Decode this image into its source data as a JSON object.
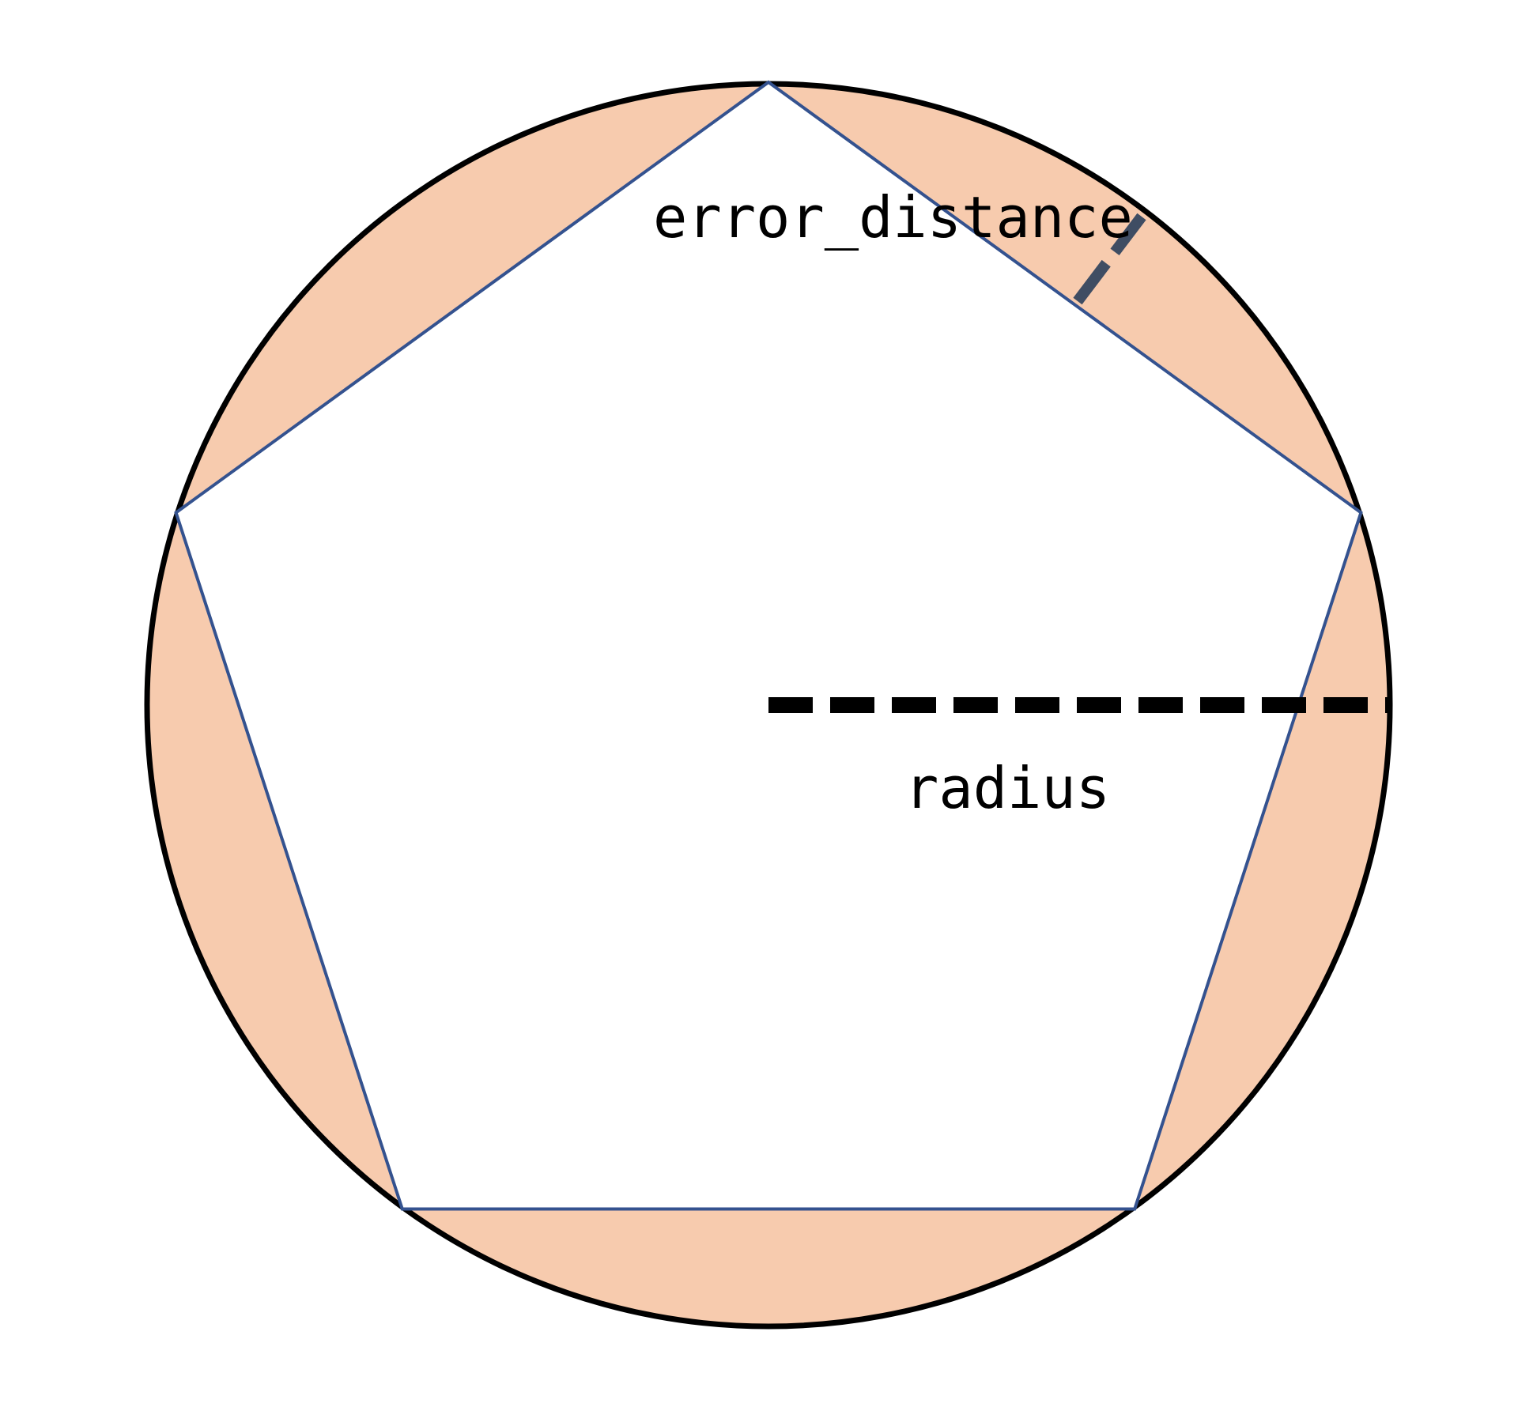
{
  "diagram": {
    "labels": {
      "error_distance": "error_distance",
      "radius": "radius"
    },
    "colors": {
      "background": "#ffffff",
      "circle_fill": "#f7cbae",
      "circle_stroke": "#000000",
      "polygon_fill": "#ffffff",
      "polygon_stroke": "#34528f",
      "radius_line": "#000000",
      "error_line": "#3f4d63",
      "label_text": "#000000"
    },
    "shape": {
      "polygon_sides": 5
    }
  }
}
